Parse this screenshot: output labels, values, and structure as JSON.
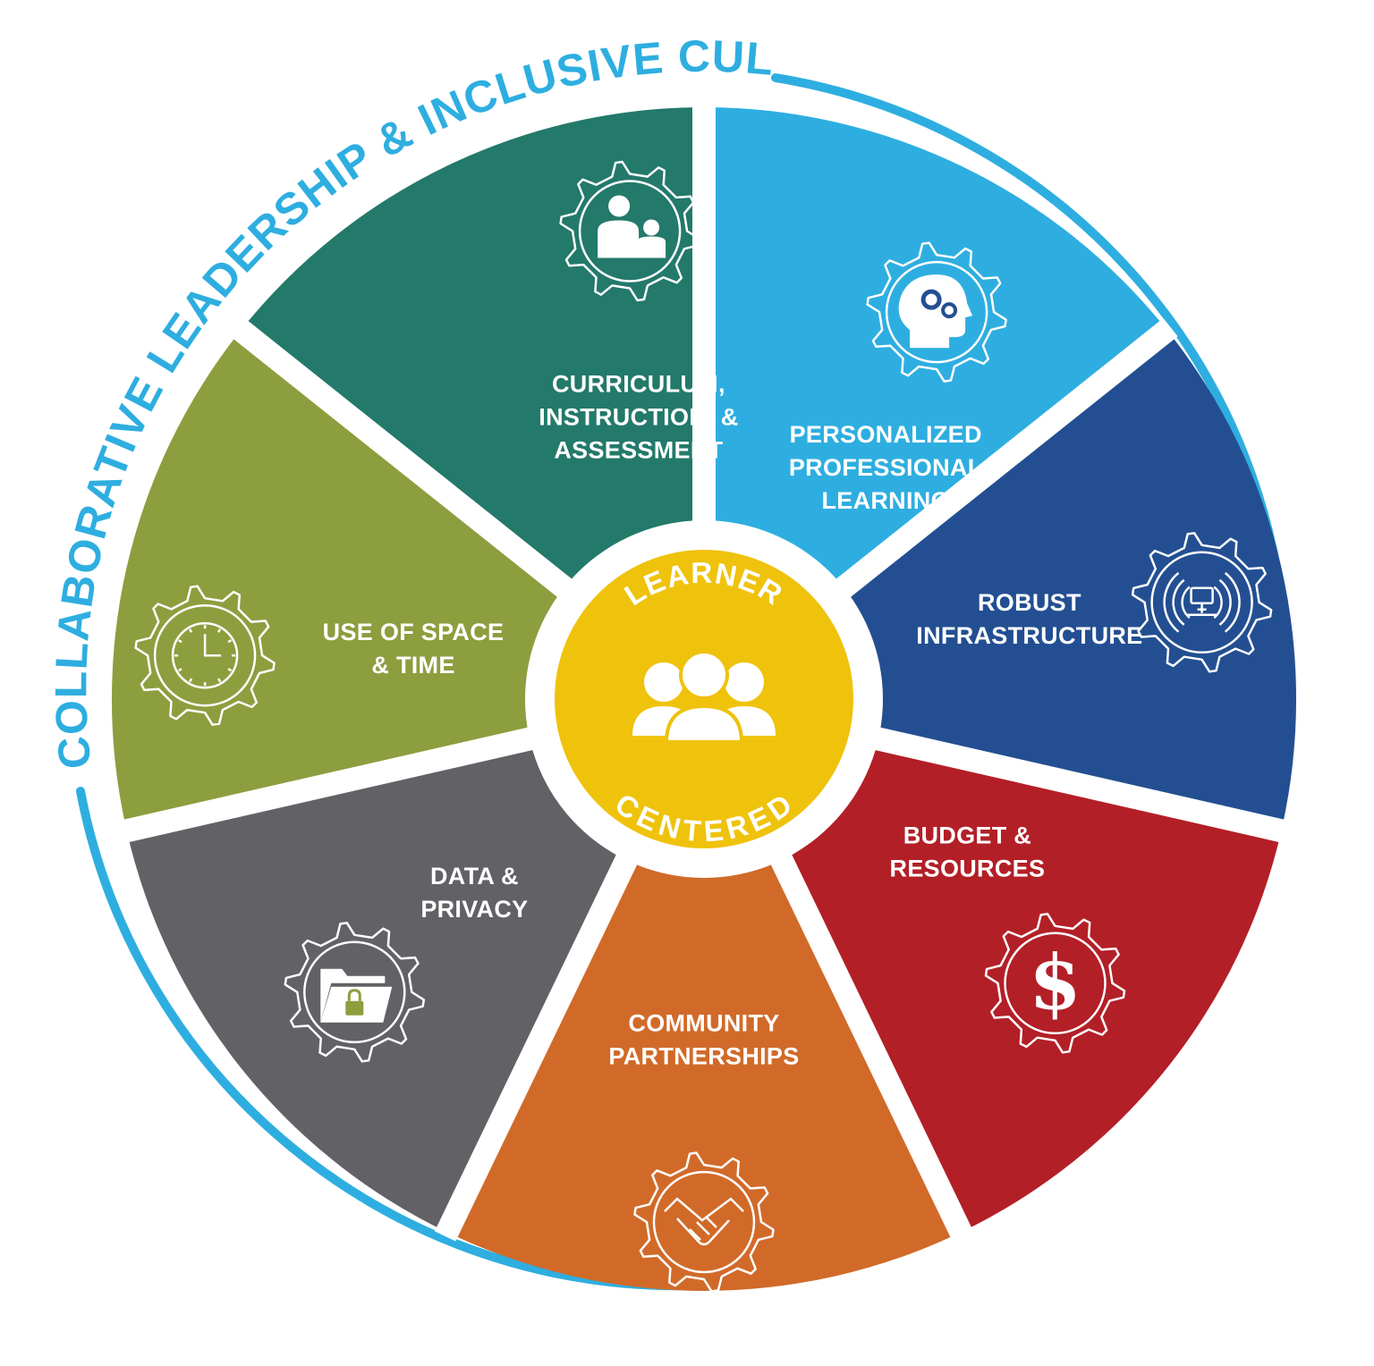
{
  "outer_title": "COLLABORATIVE LEADERSHIP & INCLUSIVE CULTURE",
  "center": {
    "top": "LEARNER",
    "bottom": "CENTERED",
    "icon": "people-group-icon"
  },
  "colors": {
    "outer_ring": "#2eaee0",
    "center": "#efc20c",
    "gap": "#ffffff"
  },
  "segments": [
    {
      "id": "curriculum",
      "lines": [
        "CURRICULUM,",
        "INSTRUCTION, &",
        "ASSESSMENT"
      ],
      "color": "#2eaee0",
      "icon": "teacher-student-icon"
    },
    {
      "id": "professional-learning",
      "lines": [
        "PERSONALIZED",
        "PROFESSIONAL",
        "LEARNING"
      ],
      "color": "#234f92",
      "icon": "head-gears-icon"
    },
    {
      "id": "infrastructure",
      "lines": [
        "ROBUST",
        "INFRASTRUCTURE"
      ],
      "color": "#b31f27",
      "icon": "network-signal-icon"
    },
    {
      "id": "budget",
      "lines": [
        "BUDGET &",
        "RESOURCES"
      ],
      "color": "#d16a29",
      "icon": "dollar-icon"
    },
    {
      "id": "community",
      "lines": [
        "COMMUNITY",
        "PARTNERSHIPS"
      ],
      "color": "#616166",
      "icon": "handshake-icon"
    },
    {
      "id": "data-privacy",
      "lines": [
        "DATA &",
        "PRIVACY"
      ],
      "color": "#8d9e3f",
      "icon": "locked-folder-icon"
    },
    {
      "id": "space-time",
      "lines": [
        "USE OF SPACE",
        "& TIME"
      ],
      "color": "#23796a",
      "icon": "clock-icon"
    }
  ]
}
